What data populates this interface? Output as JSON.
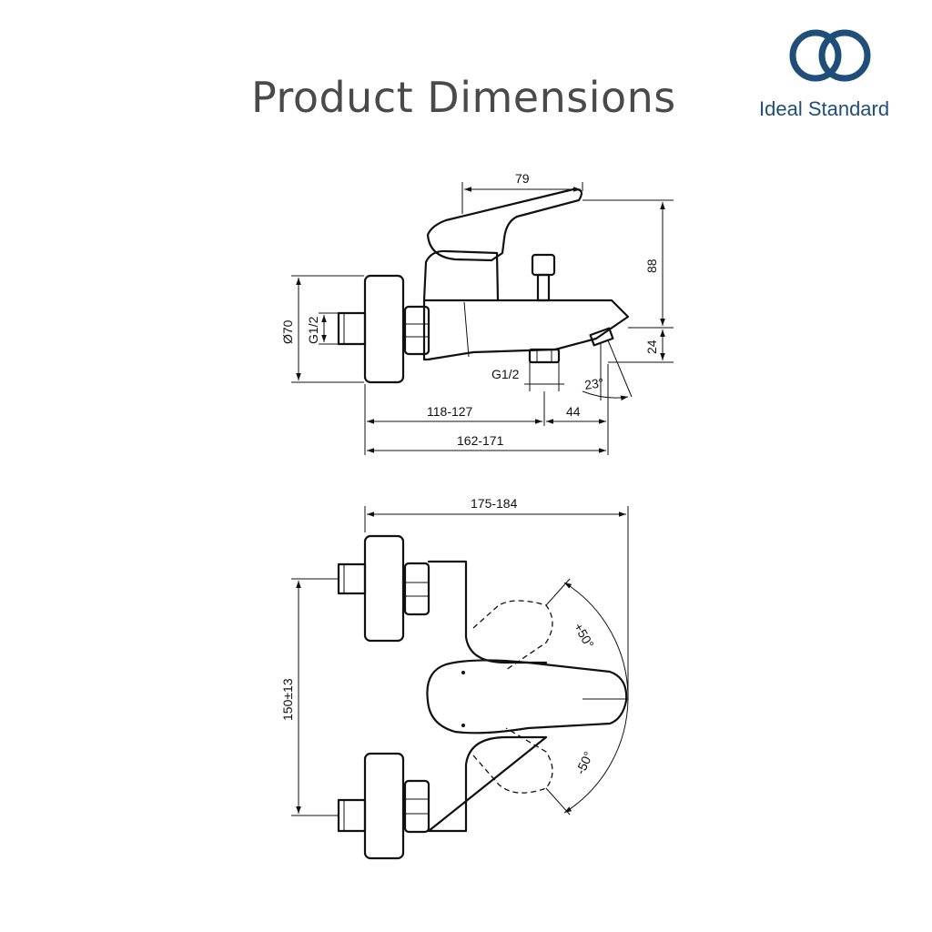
{
  "header": {
    "title": "Product Dimensions",
    "brand_name": "Ideal Standard",
    "brand_color": "#1f4e79"
  },
  "side_view": {
    "dims": {
      "handle_width": "79",
      "height": "88",
      "spout_height": "24",
      "flange_dia": "Ø70",
      "inlet_thread": "G1/2",
      "outlet_thread": "G1/2",
      "spout_angle": "23°",
      "projection_body": "118-127",
      "spout_offset": "44",
      "projection_total": "162-171"
    }
  },
  "top_view": {
    "dims": {
      "overall_width": "175-184",
      "centres": "150±13",
      "rotation_plus": "+50°",
      "rotation_minus": "-50°"
    }
  }
}
